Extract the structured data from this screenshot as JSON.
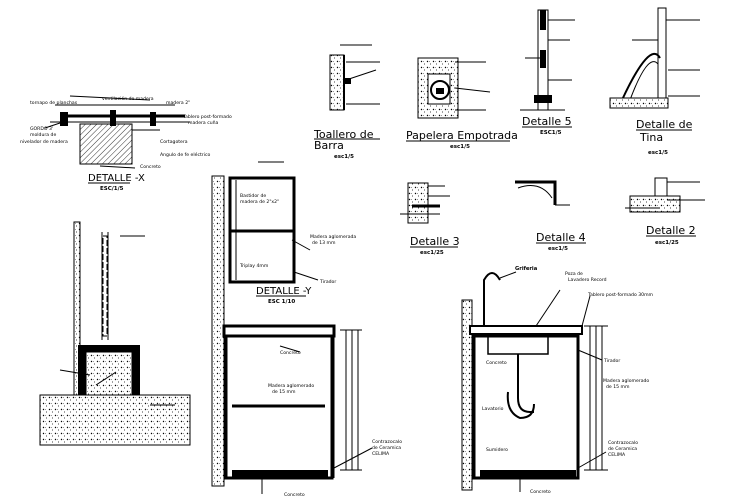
{
  "details": {
    "x": {
      "title": "DETALLE -X",
      "scale": "ESC/1/5",
      "notes": {
        "tornapuntas": "tornapo de planchas",
        "ventilacion": "ventilación de madera",
        "madera2": "madera 2\"",
        "gordo": "GORDO 3'",
        "moldura": "moldura de",
        "tablero": "Tablero post-formado",
        "tablero2": "madera cuña",
        "hundimiento": "nivelador de madera",
        "cortagotera": "Cortagotera",
        "angulo": "Angulo de fe eléctrico",
        "concreto": "Concreto"
      }
    },
    "toallero": {
      "title1": "Toallero de",
      "title2": "Barra",
      "scale": "esc1/5"
    },
    "papelera": {
      "title": "Papelera Empotrada",
      "scale": "esc1/5"
    },
    "d5": {
      "title": "Detalle 5",
      "scale": "ESC1/5"
    },
    "tina": {
      "title1": "Detalle de",
      "title2": "Tina",
      "scale": "esc1/5"
    },
    "d3": {
      "title": "Detalle 3",
      "scale": "esc1/25"
    },
    "d4": {
      "title": "Detalle 4",
      "scale": "esc1/5"
    },
    "d2": {
      "title": "Detalle 2",
      "scale": "esc1/25"
    },
    "y": {
      "title": "DETALLE -Y",
      "scale": "ESC 1/10",
      "notes": {
        "bastidor1": "Bastidor de",
        "bastidor2": "madera de 2\"x2\"",
        "madera1": "Madera aglomerada",
        "madera2": "de 13 mm",
        "triplay": "Triplay 4mm",
        "tirador": "Tirador"
      }
    },
    "cabinet": {
      "notes": {
        "concreto": "Concreto",
        "madera1": "Madera aglomerado",
        "madera2": "de 15 mm",
        "contra1": "Contrazocalo",
        "contra2": "de Ceramica",
        "contra3": "CELIMA",
        "concreto2": "Concreto"
      }
    },
    "sink": {
      "notes": {
        "griferia": "Griferia",
        "poza1": "Poza de",
        "poza2": "Lavadero Record",
        "tablero": "Tablero post-formado 30mm",
        "tirador": "Tirador",
        "concreto": "Concreto",
        "madera1": "Madera aglomerado",
        "madera2": "de 15 mm",
        "lavatorio": "Lavatorio",
        "sumidero": "Sumidero",
        "contra1": "Contrazocalo",
        "contra2": "de Ceramica",
        "contra3": "CELIMA",
        "concreto2": "Concreto"
      }
    }
  }
}
